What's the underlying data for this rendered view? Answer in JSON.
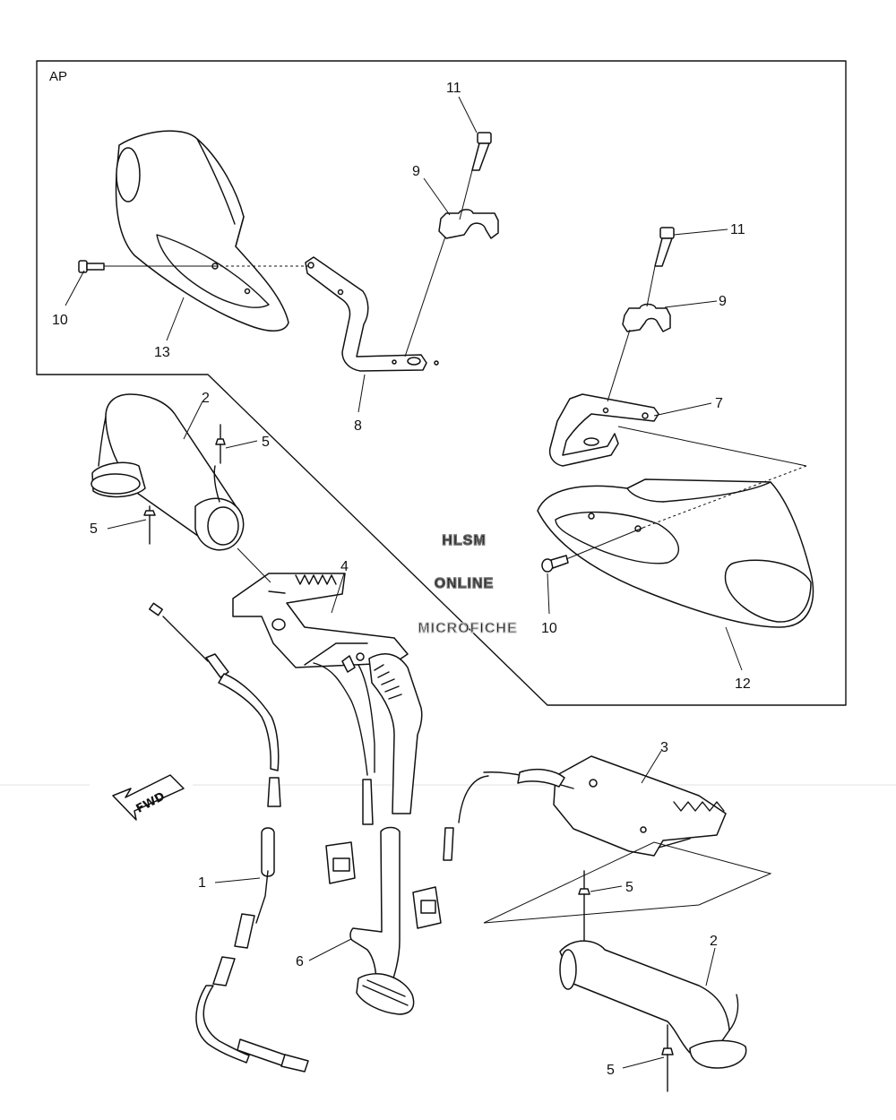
{
  "frame_label": "AP",
  "fwd_badge": "FWD",
  "watermark": {
    "line1": "HLSM",
    "line2": "ONLINE",
    "line3": "MICROFICHE"
  },
  "callouts": {
    "c1": "1",
    "c2a": "2",
    "c2b": "2",
    "c3": "3",
    "c4": "4",
    "c5a": "5",
    "c5b": "5",
    "c5c": "5",
    "c5d": "5",
    "c6": "6",
    "c7": "7",
    "c8": "8",
    "c9a": "9",
    "c9b": "9",
    "c10a": "10",
    "c10b": "10",
    "c11a": "11",
    "c11b": "11",
    "c12": "12",
    "c13": "13"
  }
}
